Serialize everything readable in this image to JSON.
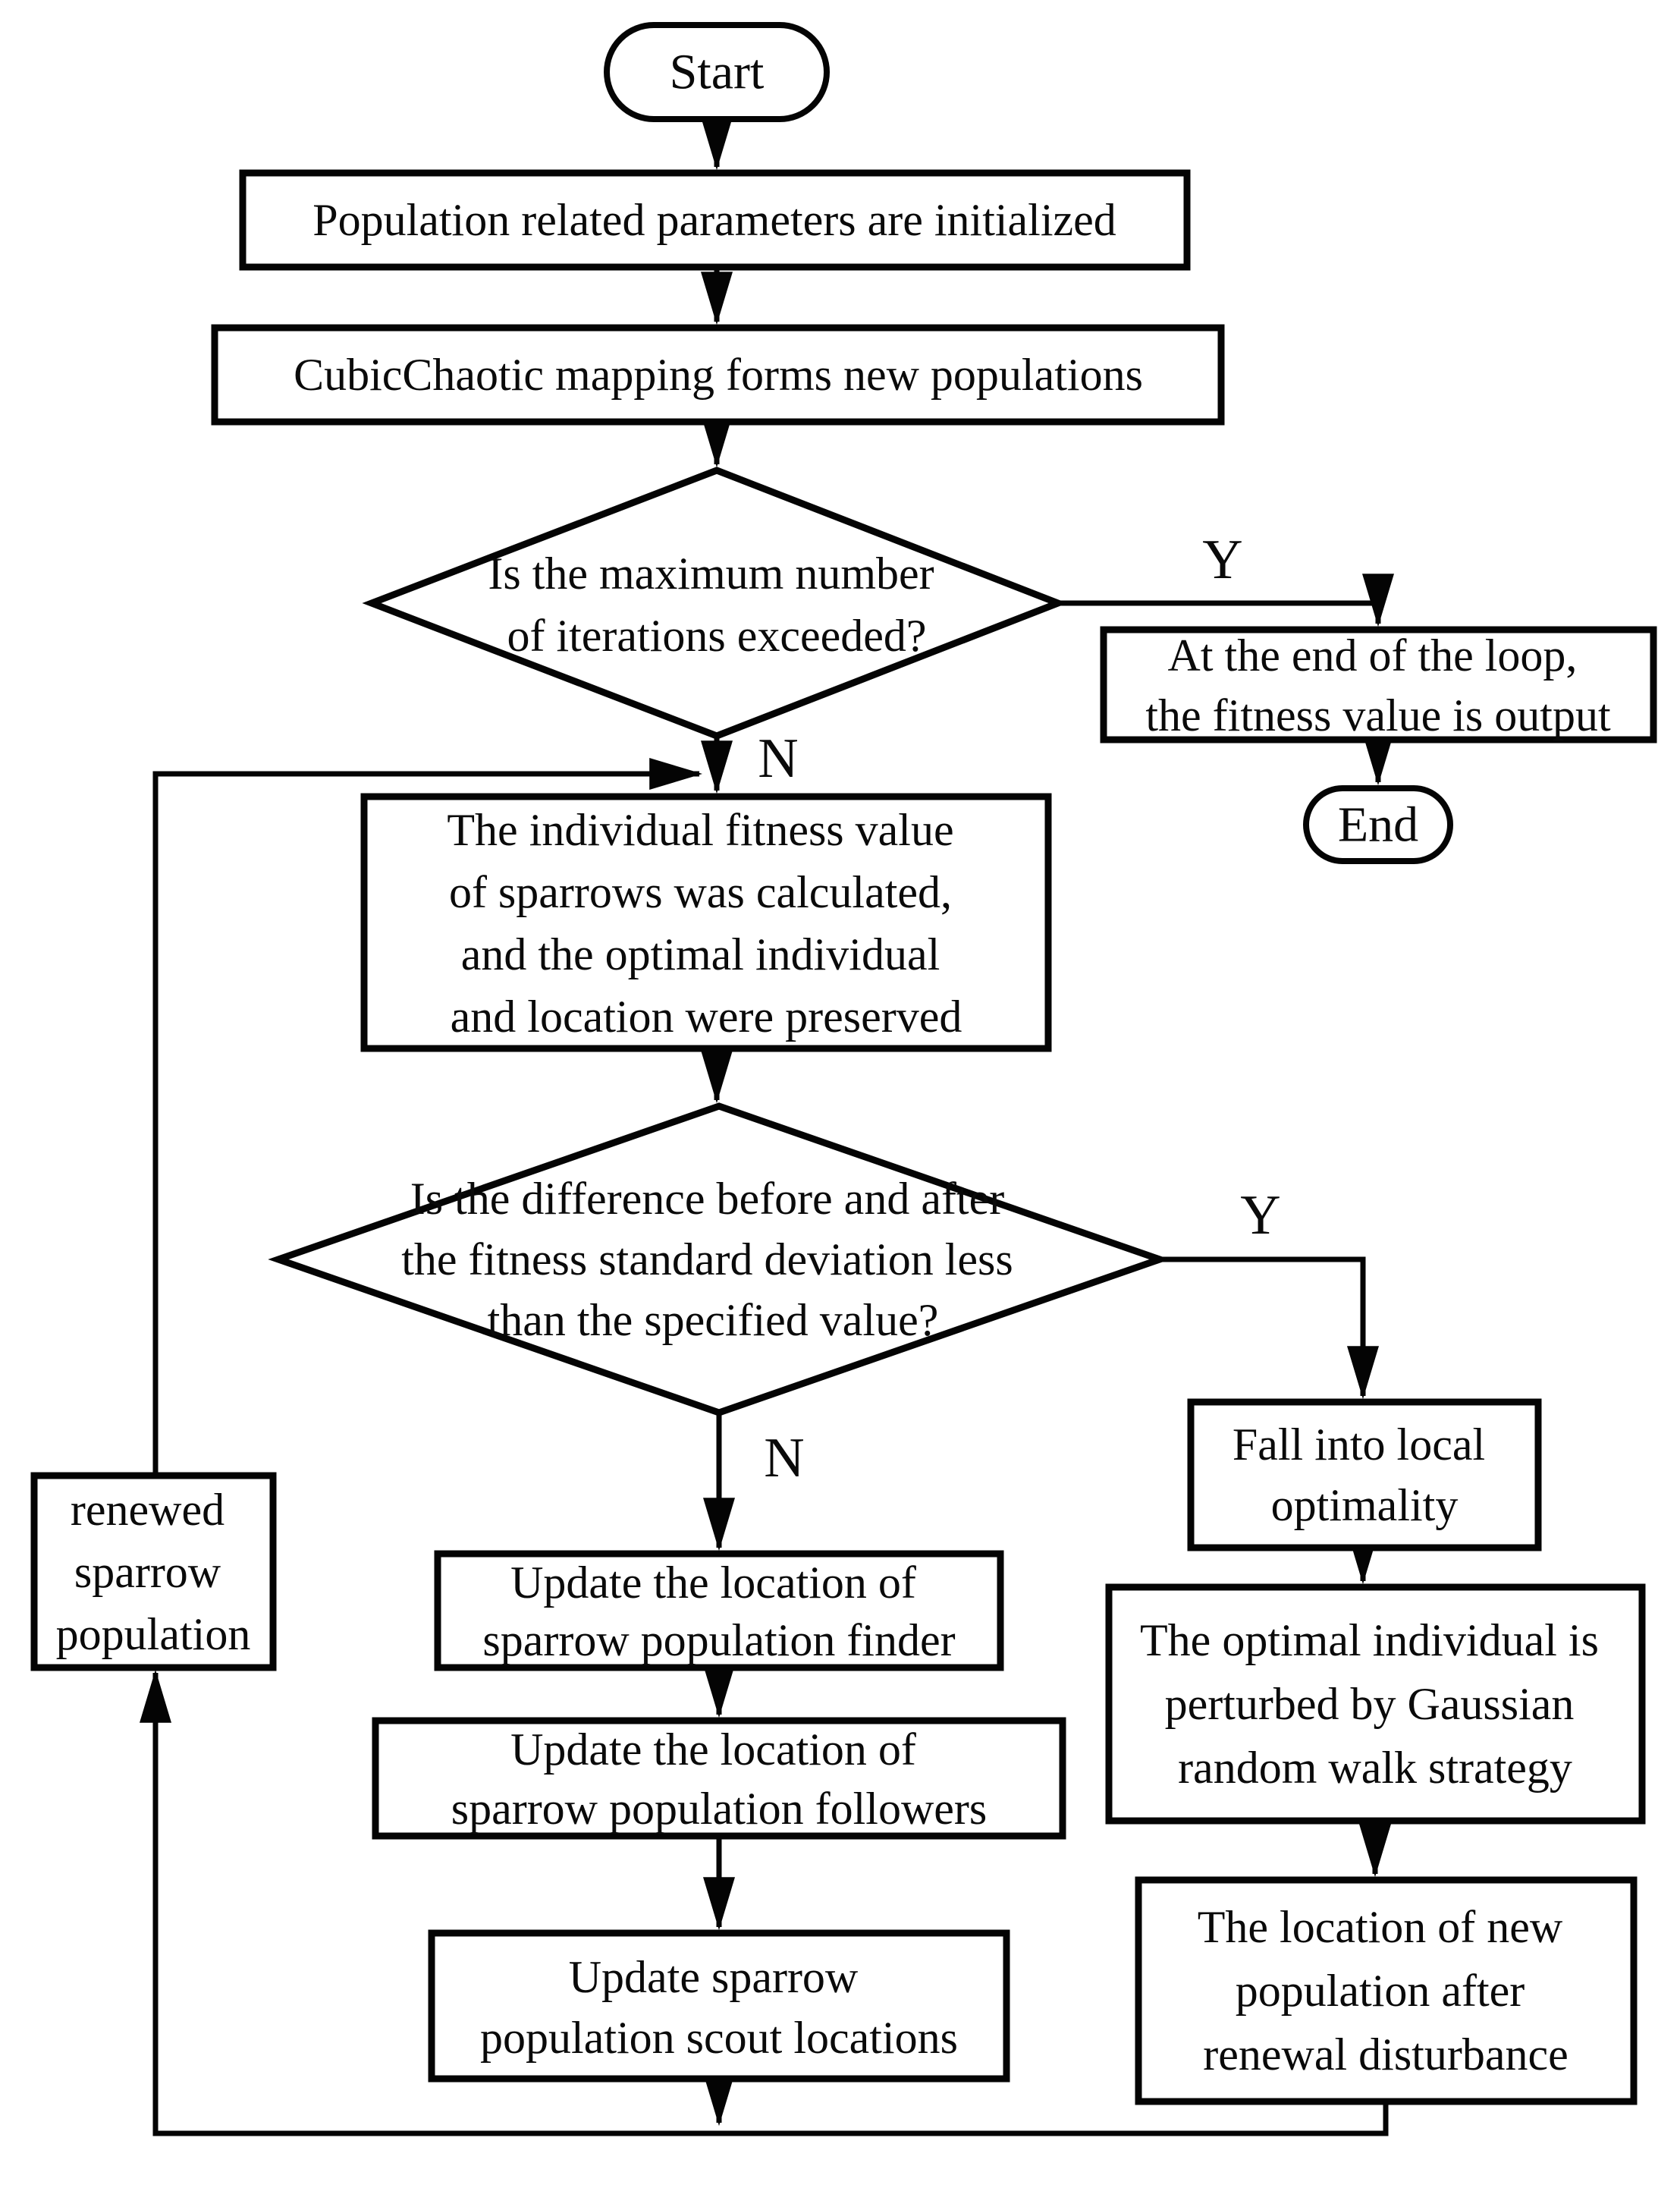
{
  "meta": {
    "ink_color": "#040404",
    "paper_color": "#ffffff"
  },
  "flowchart": {
    "nodes": {
      "start": {
        "type": "terminator",
        "label": "Start"
      },
      "init_params": {
        "type": "process",
        "lines": [
          "Population related parameters are initialized"
        ]
      },
      "cubic_chaotic": {
        "type": "process",
        "lines": [
          "CubicChaotic mapping forms new populations"
        ]
      },
      "max_iterations": {
        "type": "decision",
        "lines": [
          "Is the maximum number",
          "of iterations exceeded?"
        ]
      },
      "output_fitness": {
        "type": "process",
        "lines": [
          "At the end of the loop,",
          "the fitness value is output"
        ]
      },
      "end": {
        "type": "terminator",
        "label": "End"
      },
      "calc_fitness": {
        "type": "process",
        "lines": [
          "The individual fitness value",
          "of sparrows was calculated,",
          "and the optimal individual",
          "and location were preserved"
        ]
      },
      "std_deviation": {
        "type": "decision",
        "lines": [
          "Is the difference before and after",
          "the fitness standard deviation less",
          "than the specified value?"
        ]
      },
      "local_optimality": {
        "type": "process",
        "lines": [
          "Fall into local",
          "optimality"
        ]
      },
      "gaussian_walk": {
        "type": "process",
        "lines": [
          "The optimal individual is",
          "perturbed by Gaussian",
          "random walk strategy"
        ]
      },
      "new_population_location": {
        "type": "process",
        "lines": [
          "The location of new",
          "population after",
          "renewal disturbance"
        ]
      },
      "renewed_population": {
        "type": "process",
        "lines": [
          "renewed",
          "sparrow",
          "population"
        ]
      },
      "update_finder": {
        "type": "process",
        "lines": [
          "Update the location of",
          "sparrow population finder"
        ]
      },
      "update_followers": {
        "type": "process",
        "lines": [
          "Update the location of",
          "sparrow population followers"
        ]
      },
      "update_scout": {
        "type": "process",
        "lines": [
          "Update sparrow",
          "population scout locations"
        ]
      }
    },
    "branch_labels": {
      "max_iterations_yes": "Y",
      "max_iterations_no": "N",
      "std_deviation_yes": "Y",
      "std_deviation_no": "N"
    }
  }
}
